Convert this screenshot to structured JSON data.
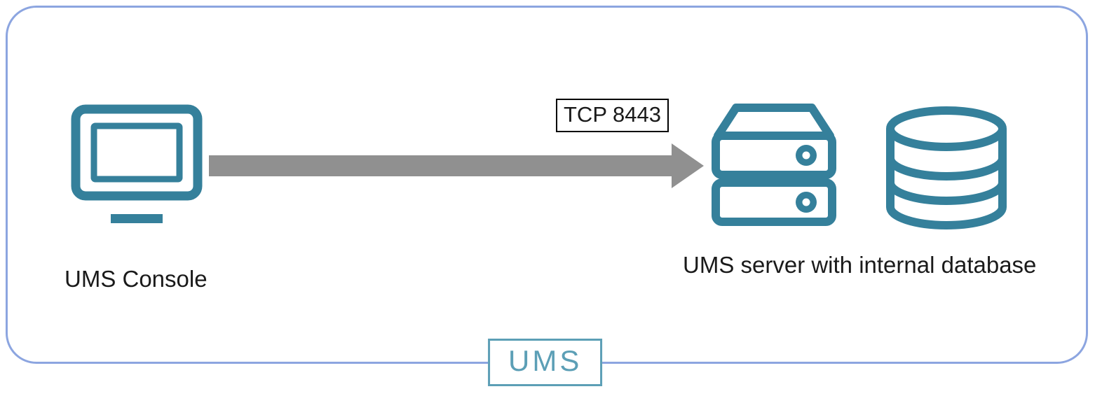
{
  "colors": {
    "teal": "#35809B",
    "frame": "#8CA5E0",
    "arrow": "#909090",
    "badge": "#5C9FB6",
    "text": "#1A1A1A"
  },
  "diagram": {
    "console": {
      "label": "UMS Console"
    },
    "connection": {
      "label": "TCP 8443"
    },
    "server": {
      "label": "UMS server with internal database"
    },
    "badge": {
      "label": "UMS"
    }
  }
}
